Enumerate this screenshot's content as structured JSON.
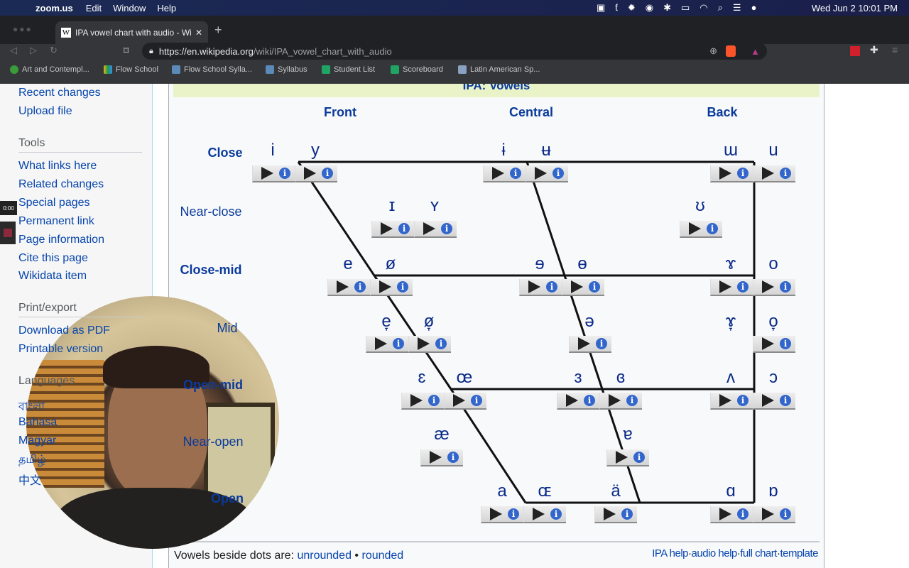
{
  "menubar": {
    "app": "zoom.us",
    "items": [
      "Edit",
      "Window",
      "Help"
    ],
    "datetime": "Wed Jun 2  10:01 PM"
  },
  "browser": {
    "tab_title": "IPA vowel chart with audio - Wi",
    "url_host": "https://en.wikipedia.org",
    "url_path": "/wiki/IPA_vowel_chart_with_audio",
    "bookmarks": [
      "Art and Contempl...",
      "Flow School",
      "Flow School Sylla...",
      "Syllabus",
      "Student List",
      "Scoreboard",
      "Latin American Sp..."
    ]
  },
  "sidebar": {
    "links1": [
      "Recent changes",
      "Upload file"
    ],
    "tools_heading": "Tools",
    "tools": [
      "What links here",
      "Related changes",
      "Special pages",
      "Permanent link",
      "Page information",
      "Cite this page",
      "Wikidata item"
    ],
    "print_heading": "Print/export",
    "print": [
      "Download as PDF",
      "Printable version"
    ],
    "lang_heading": "Languages",
    "langs": [
      "বাংলা",
      "Bahasa",
      "Magyar",
      "தமிழ்",
      "中文"
    ]
  },
  "video": {
    "timer": "0:00"
  },
  "chart": {
    "title": "IPA: Vowels",
    "columns": [
      "Front",
      "Central",
      "Back"
    ],
    "rows": [
      "Close",
      "Near-close",
      "Close-mid",
      "Mid",
      "Open-mid",
      "Near-open",
      "Open"
    ],
    "vowels": [
      "i",
      "y",
      "ɨ",
      "ʉ",
      "ɯ",
      "u",
      "ɪ",
      "ʏ",
      "ʊ",
      "e",
      "ø",
      "ɘ",
      "ɵ",
      "ɤ",
      "o",
      "e̞",
      "ø̞",
      "ə",
      "ɤ̞",
      "o̞",
      "ɛ",
      "œ",
      "ɜ",
      "ɞ",
      "ʌ",
      "ɔ",
      "æ",
      "ɐ",
      "a",
      "ɶ",
      "ä",
      "ɑ",
      "ɒ"
    ],
    "info_glyph": "i"
  },
  "footer": {
    "prefix": "Vowels beside dots are:",
    "unrounded": "unrounded",
    "bullet": "•",
    "rounded": "rounded",
    "links": [
      "IPA help",
      "audio help",
      "full chart",
      "template"
    ],
    "dot": "·"
  }
}
